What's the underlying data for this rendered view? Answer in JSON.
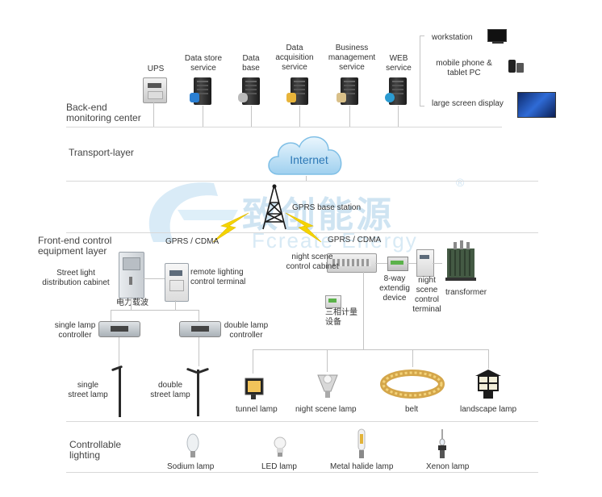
{
  "watermark": {
    "cn": "致创能源",
    "en": "Fcreate Energy",
    "reg": "®"
  },
  "layers": {
    "backend": [
      "Back-end",
      "monitoring center"
    ],
    "transport": "Transport-layer",
    "frontend": [
      "Front-end control",
      "equipment layer"
    ],
    "controllable": [
      "Controllable",
      "lighting"
    ]
  },
  "backend_items": {
    "ups": "UPS",
    "data_store": [
      "Data store",
      "service"
    ],
    "database": [
      "Data",
      "base"
    ],
    "acquisition": [
      "Data",
      "acquisition",
      "service"
    ],
    "business": [
      "Business",
      "management",
      "service"
    ],
    "web": [
      "WEB",
      "service"
    ]
  },
  "clients": {
    "workstation": "workstation",
    "mobile": [
      "mobile phone &",
      "tablet PC"
    ],
    "large_screen": "large screen display"
  },
  "internet": "Internet",
  "base_station": "GPRS base station",
  "gprs_left": "GPRS / CDMA",
  "gprs_right": "GPRS / CDMA",
  "street_cabinet": [
    "Street light",
    "distribution cabinet"
  ],
  "power_carrier": "电力载波",
  "remote_terminal": [
    "remote lighting",
    "control terminal"
  ],
  "single_ctrl": [
    "single lamp",
    "controller"
  ],
  "double_ctrl": [
    "double lamp",
    "controller"
  ],
  "single_street": [
    "single",
    "street lamp"
  ],
  "double_street": [
    "double",
    "street lamp"
  ],
  "night_cabinet": [
    "night scene",
    "control cabinet"
  ],
  "eight_way": [
    "8-way",
    "extendig",
    "device"
  ],
  "night_terminal": [
    "night",
    "scene",
    "control",
    "terminal"
  ],
  "transformer": "transformer",
  "three_phase": [
    "三相计量",
    "设备"
  ],
  "night_lamps": {
    "tunnel": "tunnel lamp",
    "night_scene": "night scene lamp",
    "belt": "belt",
    "landscape": "landscape lamp"
  },
  "lighting": {
    "sodium": "Sodium lamp",
    "led": "LED lamp",
    "metal": "Metal halide lamp",
    "xenon": "Xenon lamp"
  }
}
